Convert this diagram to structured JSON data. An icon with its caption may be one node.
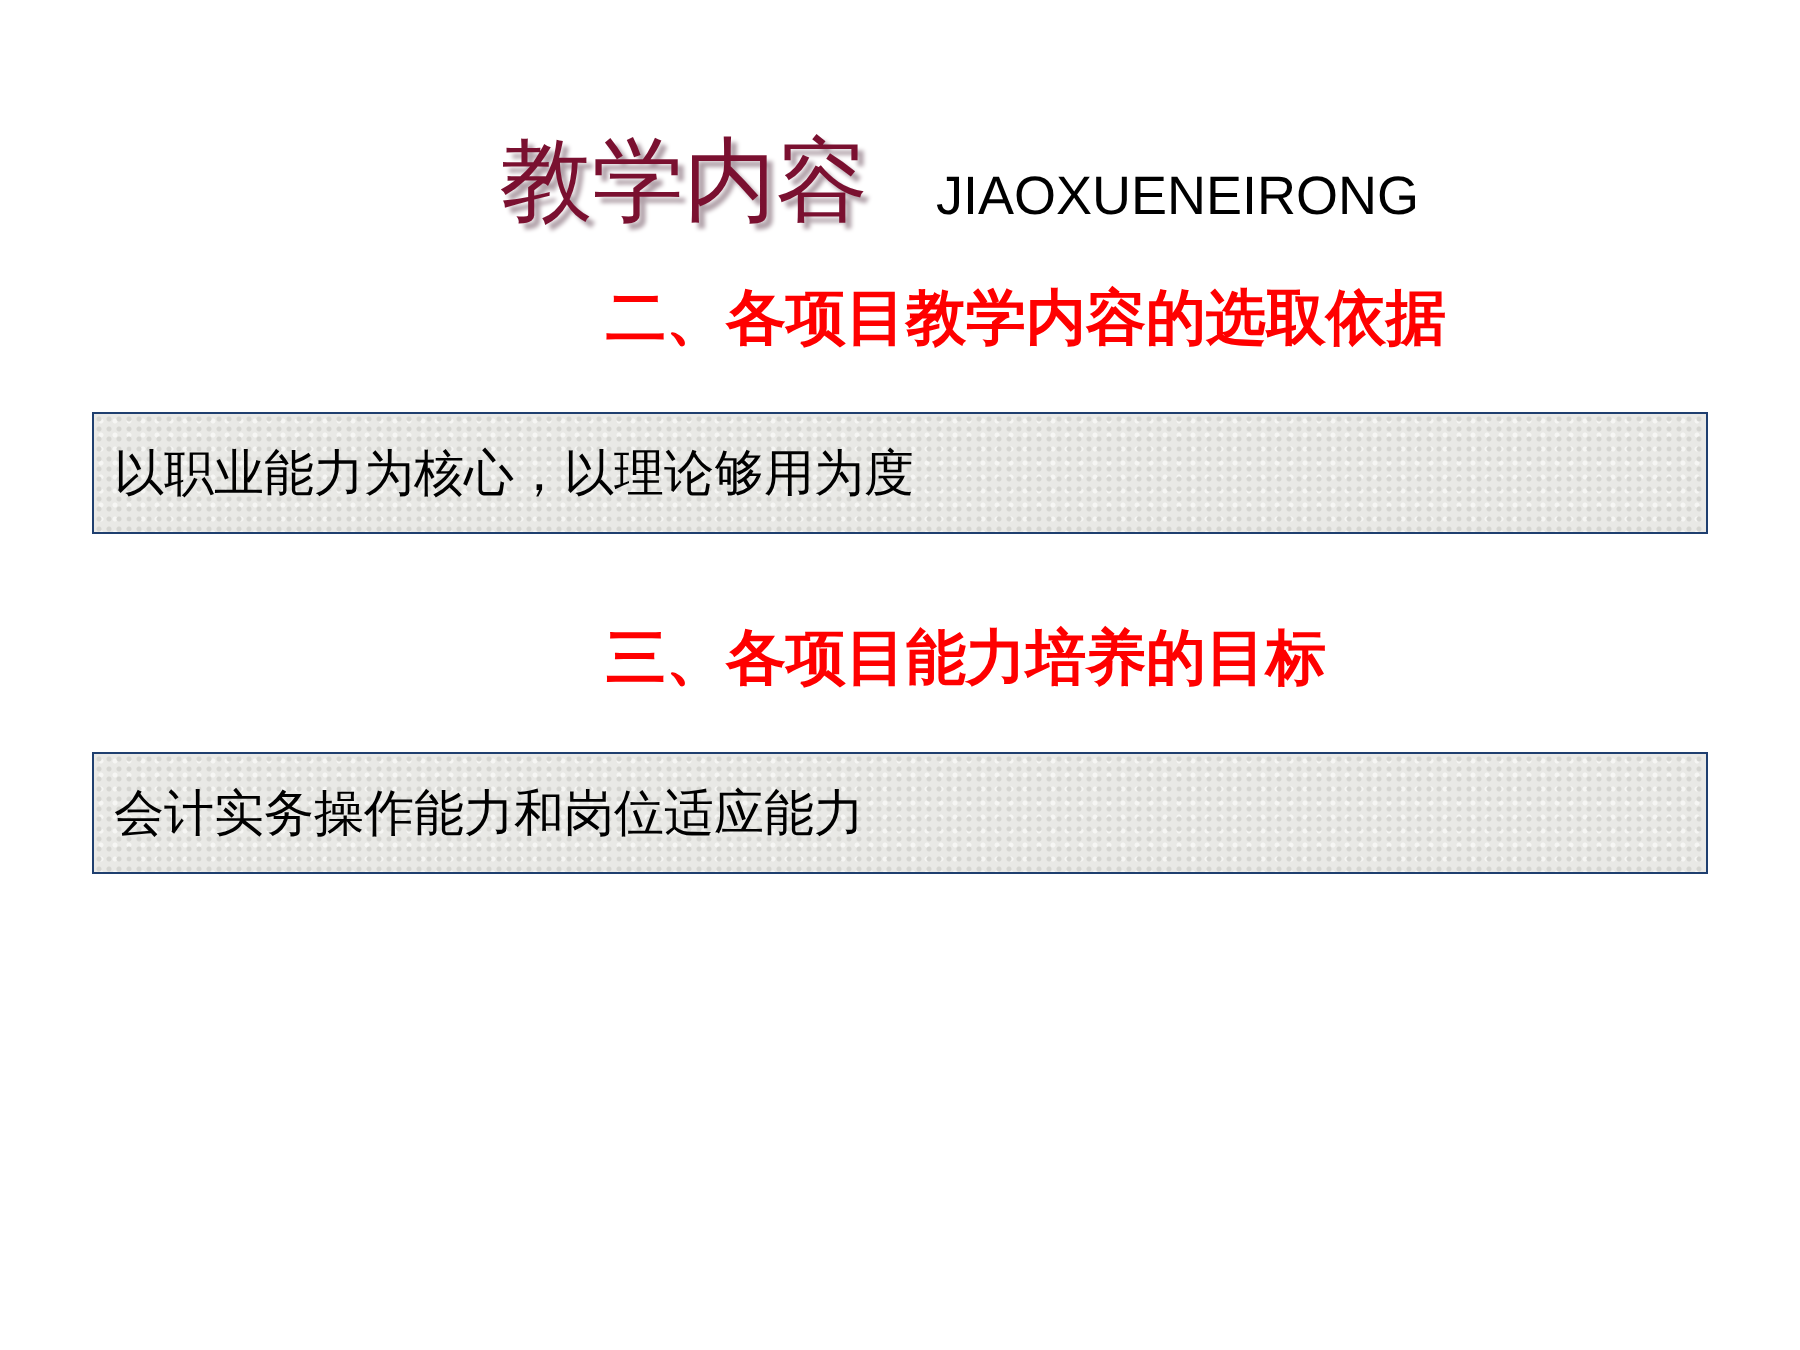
{
  "diagram": {
    "title": "教学内容",
    "nodes": [
      {
        "text": [
          "以职业能力为核心，以理论够用为度"
        ]
      },
      {
        "text": [
          "会计实务操作能力和岗位适应能力"
        ]
      }
    ],
    "labels": [
      "JIAOXUENEIRONG",
      "二、各项目教学内容的选取依据",
      "三、各项目能力培养的目标"
    ]
  }
}
